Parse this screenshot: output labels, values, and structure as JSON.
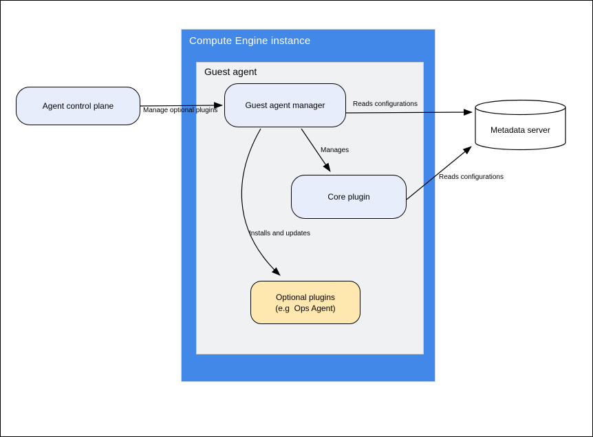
{
  "diagram": {
    "containers": {
      "compute_engine": {
        "title": "Compute Engine instance"
      },
      "guest_agent": {
        "title": "Guest agent"
      }
    },
    "nodes": {
      "agent_control_plane": {
        "label": "Agent control plane"
      },
      "guest_agent_manager": {
        "label": "Guest agent manager"
      },
      "core_plugin": {
        "label": "Core plugin"
      },
      "optional_plugins": {
        "label_line1": "Optional plugins",
        "label_line2": "(e.g  Ops Agent)"
      },
      "metadata_server": {
        "label": "Metadata server"
      }
    },
    "edges": {
      "manage_optional_plugins": {
        "label": "Manage optional plugins"
      },
      "reads_configurations_manager": {
        "label": "Reads configurations"
      },
      "manages": {
        "label": "Manages"
      },
      "reads_configurations_core": {
        "label": "Reads configurations"
      },
      "installs_and_updates": {
        "label": "Installs and updates"
      }
    },
    "colors": {
      "container_blue": "#4288e8",
      "container_gray_fill": "#f0f1f3",
      "container_gray_border": "#cfcfcf",
      "node_blue_fill": "#e7edfb",
      "node_yellow_fill": "#ffe8af",
      "node_border": "#000000",
      "edge_color": "#000000",
      "title_on_blue": "#ffffff",
      "cylinder_fill": "#ffffff"
    }
  }
}
